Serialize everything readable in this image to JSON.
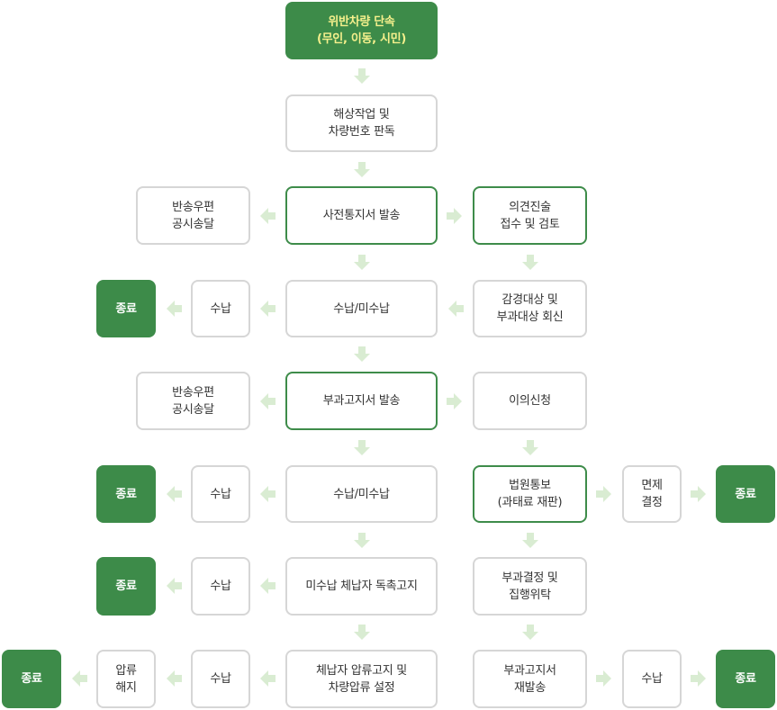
{
  "colors": {
    "accent": "#3d8b49",
    "arrow": "#d9ecd2",
    "border": "#d6d6d6",
    "start_text": "#f5f08c"
  },
  "nodes": {
    "start": "위반차량 단속\n(무인, 이동, 시민)",
    "identify": "해상작업 및\n차량번호 판독",
    "send_notice": "사전통지서 발송",
    "return_mail_1": "반송우편\n공시송달",
    "opinion": "의견진술\n접수 및 검토",
    "pay_status_1": "수납/미수납",
    "paid_1": "수납",
    "end_1": "종료",
    "reduction": "감경대상 및\n부과대상 회신",
    "send_imposition": "부과고지서 발송",
    "return_mail_2": "반송우편\n공시송달",
    "objection": "이의신청",
    "pay_status_2": "수납/미수납",
    "paid_2": "수납",
    "end_2": "종료",
    "court": "법원통보\n(과태료 재판)",
    "exemption": "면제\n결정",
    "end_3": "종료",
    "unpaid_notice": "미수납 체납자 독촉고지",
    "paid_3": "수납",
    "end_4": "종료",
    "decision": "부과결정 및\n집행위탁",
    "seizure": "체납자 압류고지 및\n차량압류 설정",
    "paid_4": "수납",
    "release": "압류\n해지",
    "end_5": "종료",
    "reissue": "부과고지서\n재발송",
    "paid_5": "수납",
    "end_6": "종료"
  }
}
